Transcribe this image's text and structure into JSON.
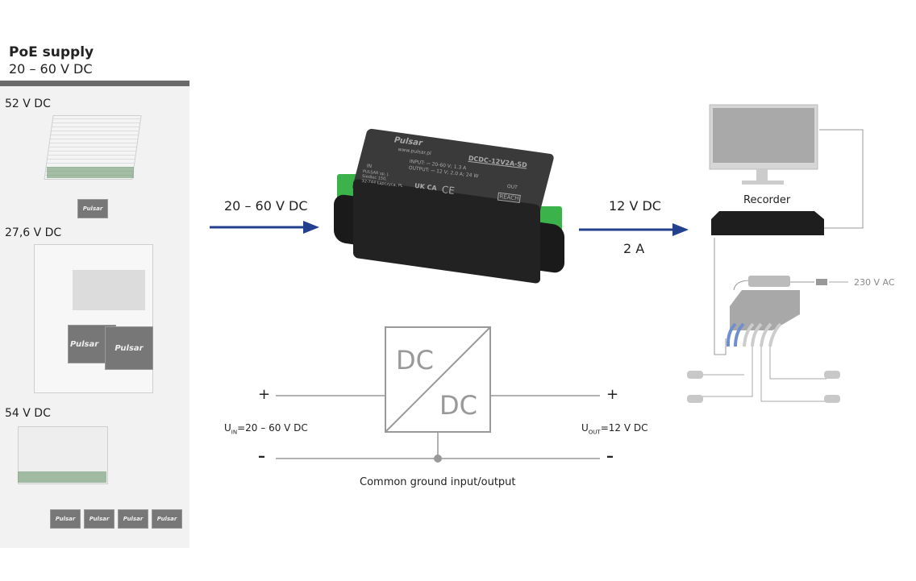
{
  "left_panel": {
    "title": "PoE supply",
    "range": "20 – 60 V DC",
    "items": [
      {
        "label": "52 V DC"
      },
      {
        "label": "27,6 V DC"
      },
      {
        "label": "54 V DC"
      }
    ],
    "logo_text": "Pulsar"
  },
  "input_arrow": {
    "label": "20 – 60 V DC"
  },
  "output_arrow": {
    "voltage": "12 V DC",
    "current": "2 A"
  },
  "module": {
    "brand": "Pulsar",
    "website": "www.pulsar.pl",
    "model": "DCDC-12V2A-SD",
    "input_spec": "INPUT: ⎓ 20-60 V; 1.3 A",
    "output_spec": "OUTPUT: ⎓ 12 V; 2.0 A; 24 W",
    "maker_line1": "PULSAR sp. j.",
    "maker_line2": "Siedlec 150,",
    "maker_line3": "32-744 Łapczyca, PL",
    "in_label": "IN",
    "out_label": "OUT",
    "reach": "REACH",
    "ukca": "UK CA",
    "ce": "CE"
  },
  "schematic": {
    "box_top": "DC",
    "box_bottom": "DC",
    "plus_left": "+",
    "plus_right": "+",
    "minus_left": "–",
    "minus_right": "–",
    "uin_label": "U",
    "uin_sub": "IN",
    "uin_value": "=20 – 60 V DC",
    "uout_label": "U",
    "uout_sub": "OUT",
    "uout_value": "=12 V DC",
    "ground_label": "Common ground input/output"
  },
  "right": {
    "recorder_label": "Recorder",
    "ac_label": "230 V AC"
  },
  "colors": {
    "arrow": "#23408e",
    "line": "#999999"
  }
}
